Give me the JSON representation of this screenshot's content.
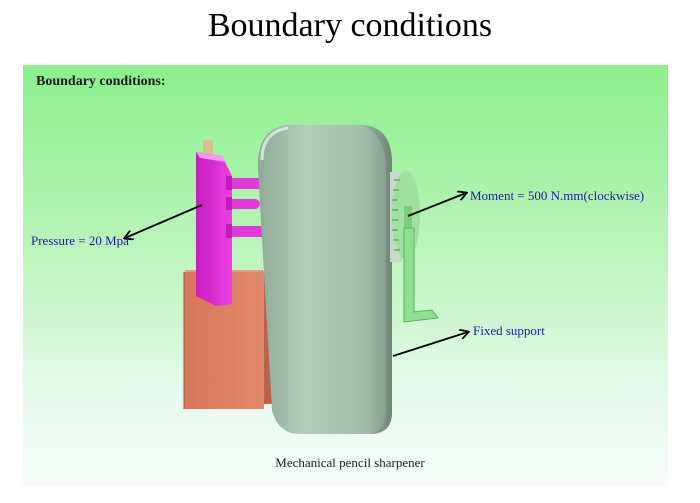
{
  "slide": {
    "title": "Boundary conditions"
  },
  "figure": {
    "heading": "Boundary conditions:",
    "caption": "Mechanical pencil sharpener",
    "annotations": {
      "pressure": "Pressure = 20 Mpa",
      "moment": "Moment = 500 N.mm(clockwise)",
      "fixed_support": "Fixed support"
    }
  },
  "colors": {
    "body": "#a9c3b2",
    "clamp_plate": "#e12bd8",
    "base_block": "#dc7b5f",
    "crank": "#8de38d",
    "annotation_text": "#1c1ca8",
    "arrow": "#000000"
  }
}
